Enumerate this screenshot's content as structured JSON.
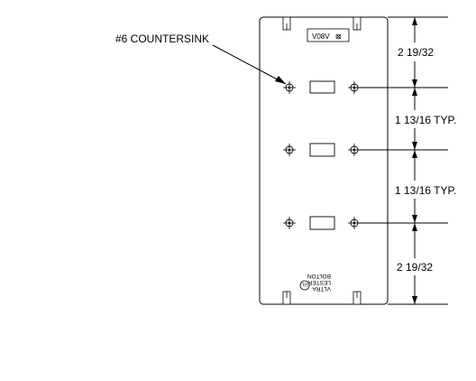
{
  "callout": {
    "label": "#6 COUNTERSINK"
  },
  "dimensions": {
    "top": "2 19/32",
    "mid1": "1 13/16 TYP.",
    "mid2": "1 13/16 TYP.",
    "bottom": "2 19/32"
  },
  "top_label": {
    "text": "V08V",
    "mark": "⊠"
  },
  "bottom_label": {
    "line1": "VLTRA",
    "line2": "LESTER",
    "line3": "BOLTON"
  },
  "symbol": {
    "ul_mark": "UL"
  }
}
